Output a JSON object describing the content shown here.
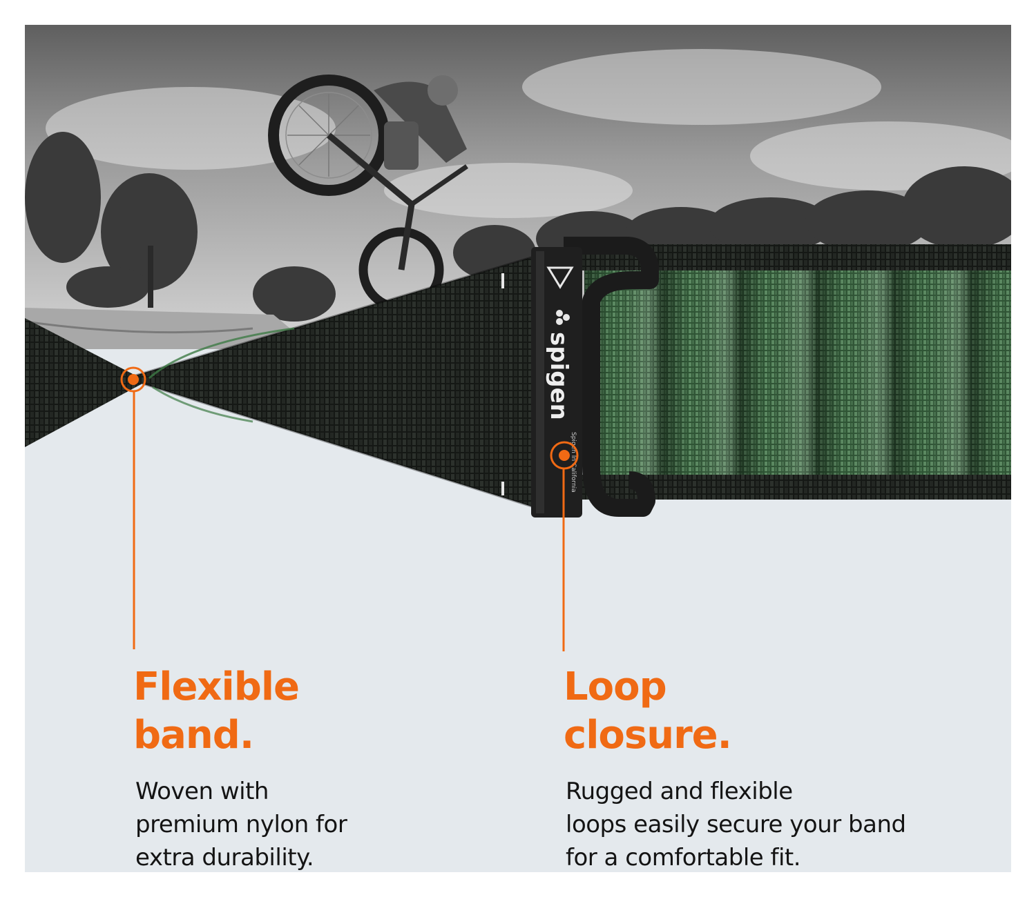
{
  "brand": {
    "logo_text": "spigen",
    "tagline": "Spigen In California",
    "accent_color": "#f06a14",
    "band_green": "#3f6b45"
  },
  "features": [
    {
      "title_lines": [
        "Flexible",
        "band."
      ],
      "desc_lines": [
        "Woven with",
        "premium nylon for",
        "extra durability."
      ]
    },
    {
      "title_lines": [
        "Loop",
        "closure."
      ],
      "desc_lines": [
        "Rugged and flexible",
        "loops easily secure your band",
        "for a comfortable fit."
      ]
    }
  ],
  "icons": {
    "callout_dot": "target-dot-icon",
    "buckle_triangle": "triangle-icon",
    "logo_mark": "spigen-logo-icon"
  }
}
